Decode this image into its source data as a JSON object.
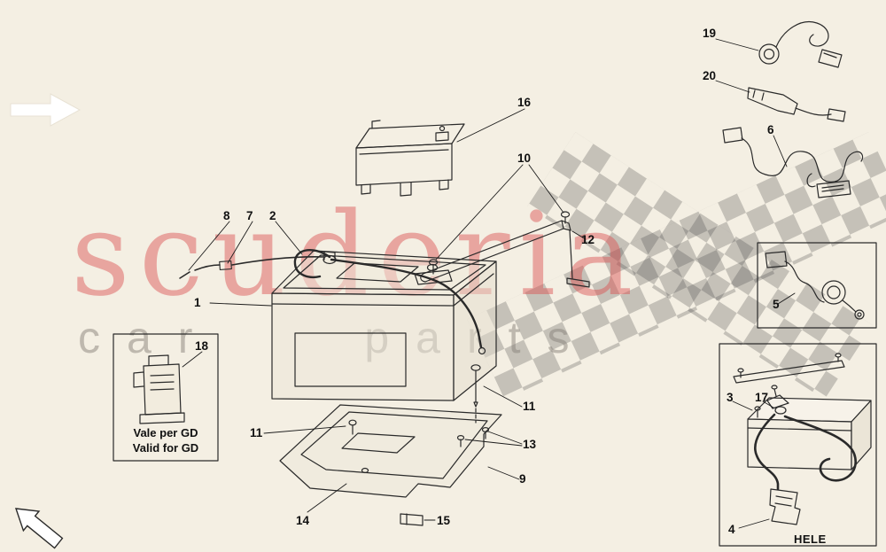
{
  "watermark": {
    "title": "scuderia",
    "subtitle": "car parts"
  },
  "notes": {
    "gd_line1": "Vale per GD",
    "gd_line2": "Valid for GD",
    "hele_label": "HELE"
  },
  "colors": {
    "background": "#f4efe3",
    "line_art": "#2a2a2a",
    "watermark_red": "#db5252",
    "watermark_gray": "#87827a",
    "checker_gray": "#3f3f3f"
  },
  "callouts": [
    {
      "number": "19"
    },
    {
      "number": "20"
    },
    {
      "number": "6"
    },
    {
      "number": "16"
    },
    {
      "number": "10"
    },
    {
      "number": "12"
    },
    {
      "number": "8"
    },
    {
      "number": "7"
    },
    {
      "number": "2"
    },
    {
      "number": "1"
    },
    {
      "number": "18"
    },
    {
      "number": "11"
    },
    {
      "number": "11"
    },
    {
      "number": "13"
    },
    {
      "number": "9"
    },
    {
      "number": "14"
    },
    {
      "number": "15"
    },
    {
      "number": "5"
    },
    {
      "number": "3"
    },
    {
      "number": "17"
    },
    {
      "number": "4"
    }
  ]
}
